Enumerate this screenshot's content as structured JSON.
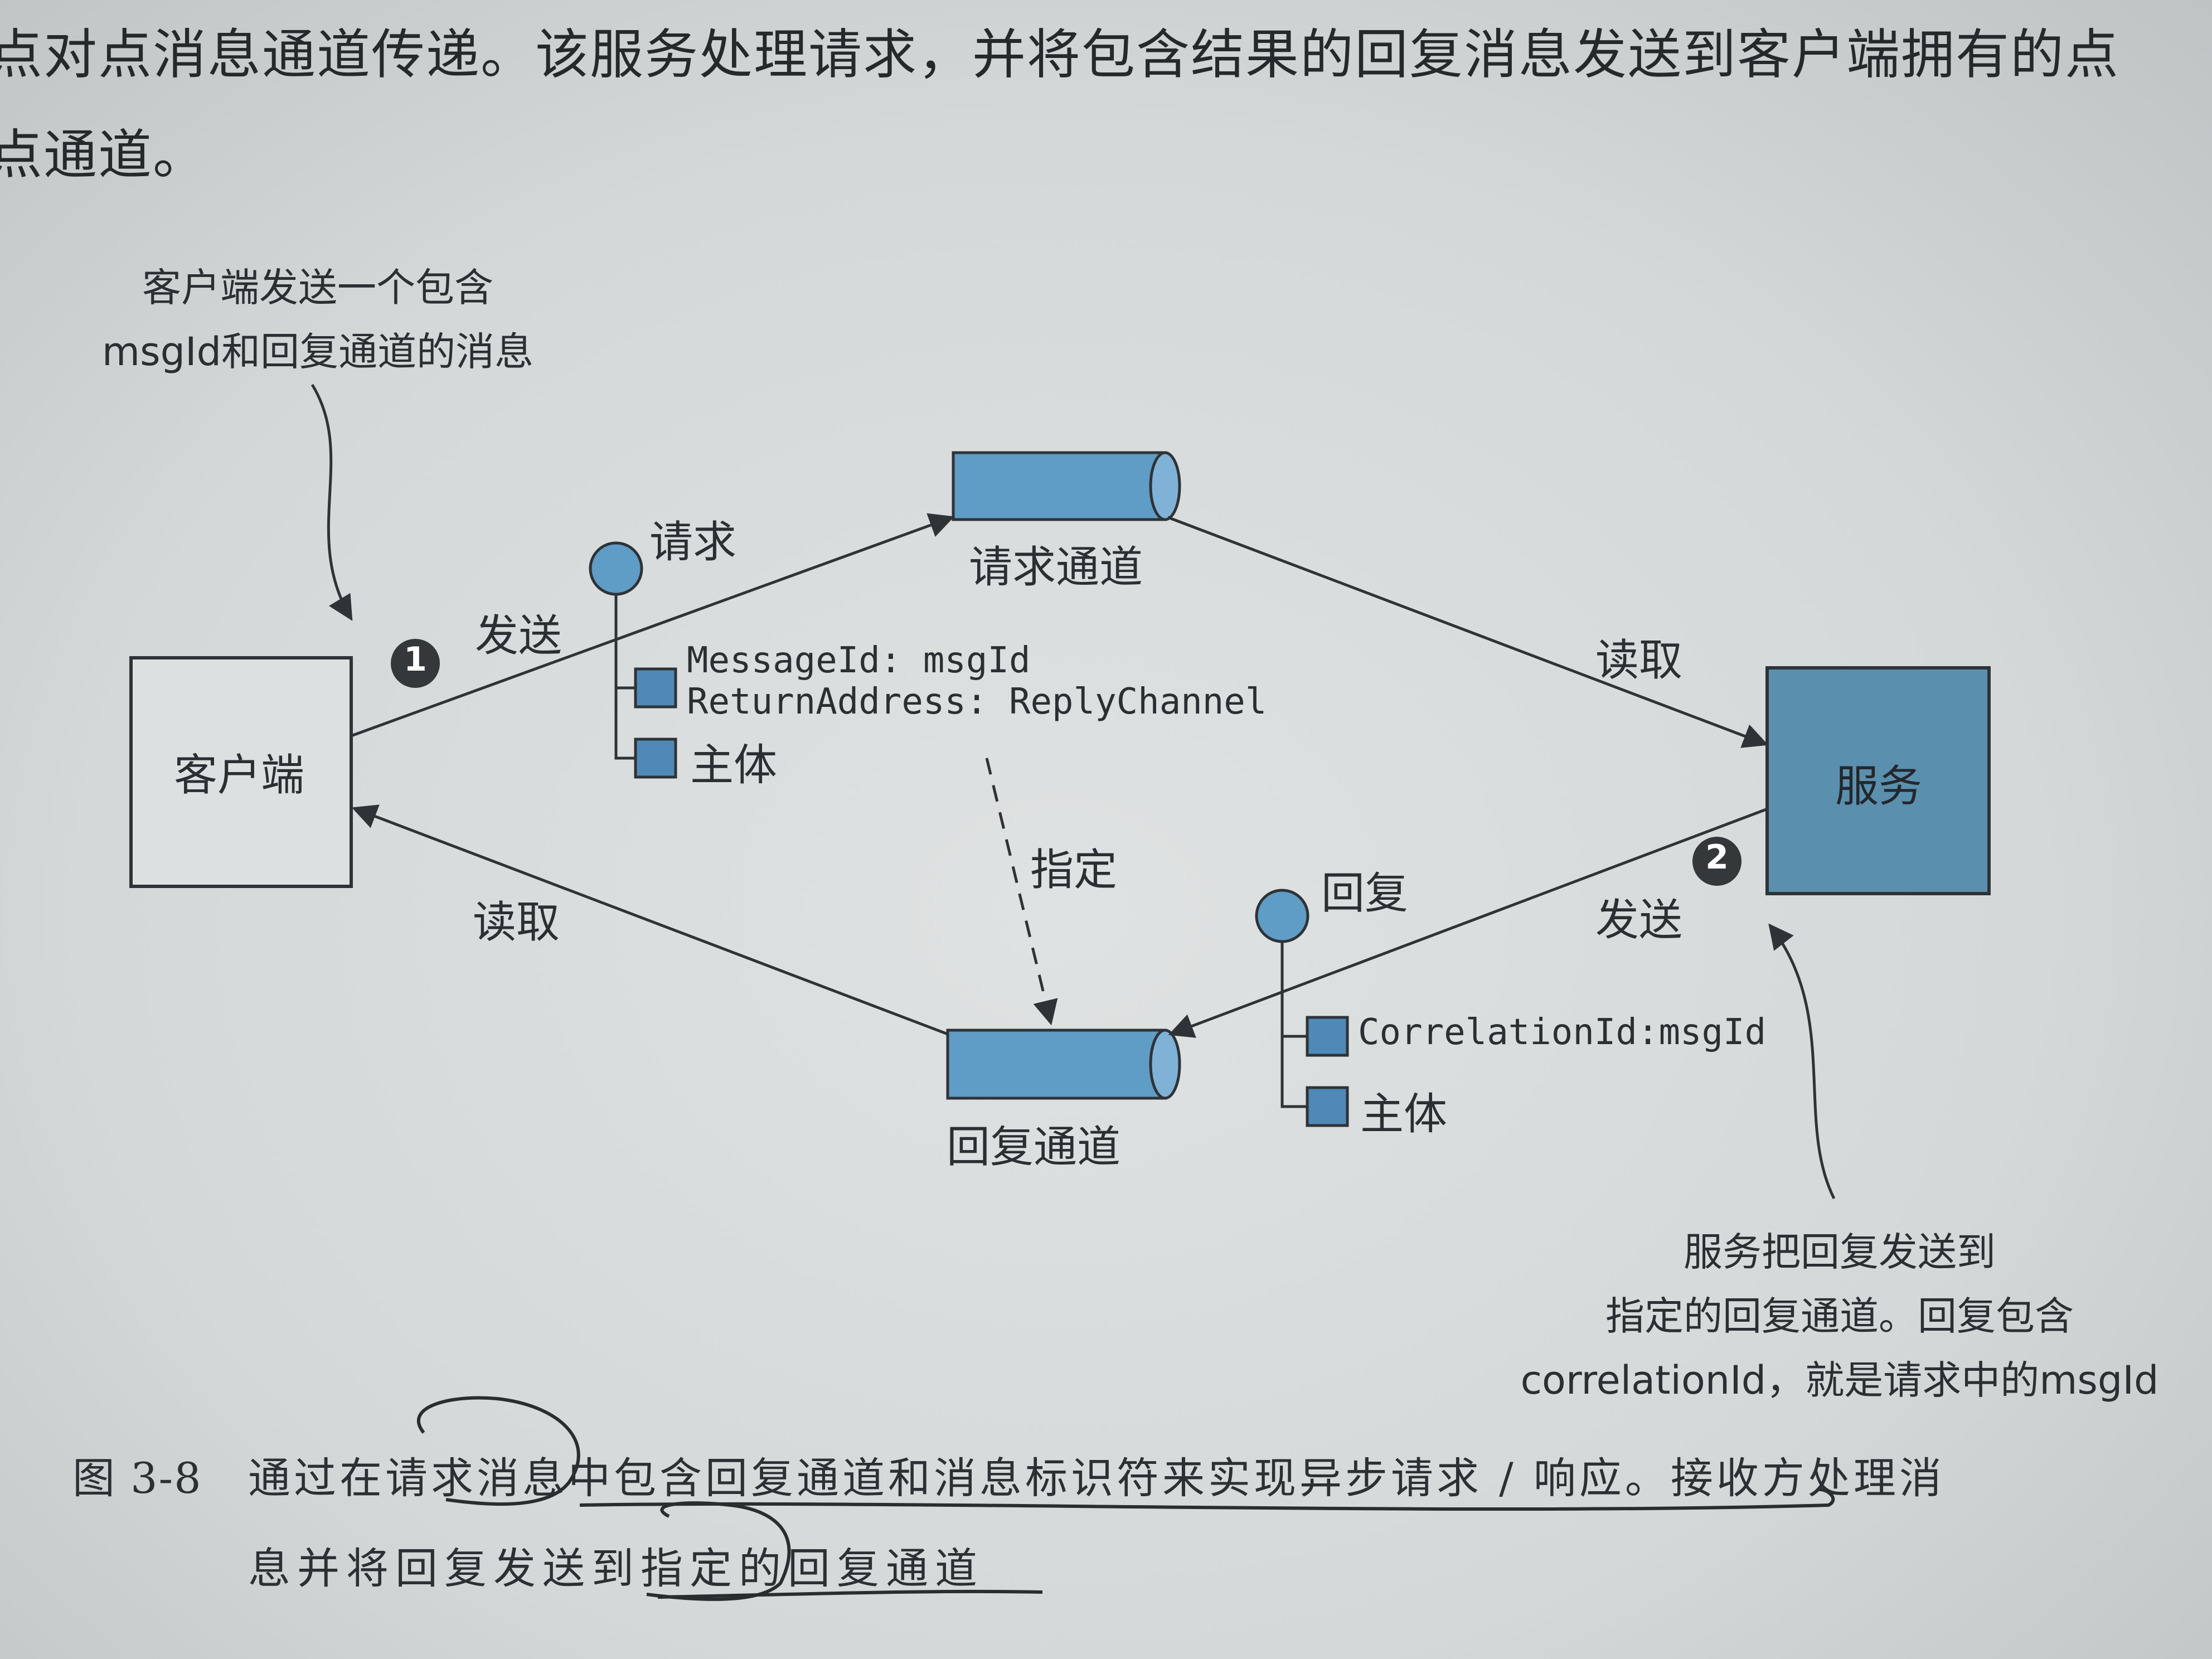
{
  "header_text": {
    "line1": "点对点消息通道传递。该服务处理请求，并将包含结果的回复消息发送到客户端拥有的点",
    "line2": "点通道。"
  },
  "diagram": {
    "client_label": "客户端",
    "service_label": "服务",
    "request_channel_label": "请求通道",
    "reply_channel_label": "回复通道",
    "request_message": {
      "label": "请求",
      "header_lines": [
        "MessageId: msgId",
        "ReturnAddress: ReplyChannel"
      ],
      "body_label": "主体"
    },
    "reply_message": {
      "label": "回复",
      "header_line": "CorrelationId:msgId",
      "body_label": "主体"
    },
    "edges": {
      "client_send": "发送",
      "service_read": "读取",
      "service_send": "发送",
      "client_read": "读取",
      "specify": "指定"
    },
    "steps": [
      "1",
      "2"
    ],
    "callouts": {
      "client_note": [
        "客户端发送一个包含",
        "msgId和回复通道的消息"
      ],
      "service_note": [
        "服务把回复发送到",
        "指定的回复通道。回复包含",
        "correlationId，就是请求中的msgId"
      ]
    },
    "colors": {
      "box_fill": "#5b8fae",
      "channel_fill": "#5f9cc6",
      "line": "#2e3337"
    }
  },
  "caption": {
    "figure_number": "图 3-8",
    "line1": "通过在请求消息中包含回复通道和消息标识符来实现异步请求 / 响应。接收方处理消",
    "line2": "息并将回复发送到指定的回复通道"
  }
}
